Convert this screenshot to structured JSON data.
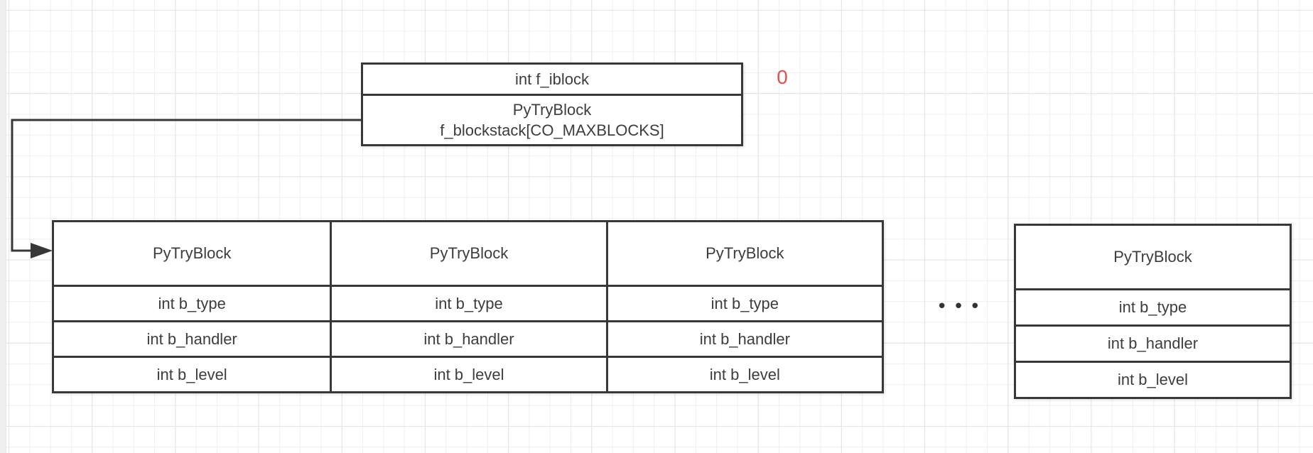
{
  "frame_object": {
    "field_row": "int f_iblock",
    "stack_row_line1": "PyTryBlock",
    "stack_row_line2": "f_blockstack[CO_MAXBLOCKS]"
  },
  "index_label": {
    "text": "0",
    "color": "#e0524e"
  },
  "ellipsis": {
    "text": "•••"
  },
  "block_tables": [
    {
      "header": "PyTryBlock",
      "fields": [
        "int b_type",
        "int b_handler",
        "int b_level"
      ]
    },
    {
      "header": "PyTryBlock",
      "fields": [
        "int b_type",
        "int b_handler",
        "int b_level"
      ]
    },
    {
      "header": "PyTryBlock",
      "fields": [
        "int b_type",
        "int b_handler",
        "int b_level"
      ]
    },
    {
      "header": "PyTryBlock",
      "fields": [
        "int b_type",
        "int b_handler",
        "int b_level"
      ]
    }
  ],
  "colors": {
    "shape_border": "#383838",
    "text": "#3d3d3d",
    "accent_red": "#e0524e",
    "grid_minor": "#efefef",
    "grid_major": "#e3e3e3",
    "canvas_bg": "#ffffff",
    "gutter": "#f0f0f0"
  }
}
